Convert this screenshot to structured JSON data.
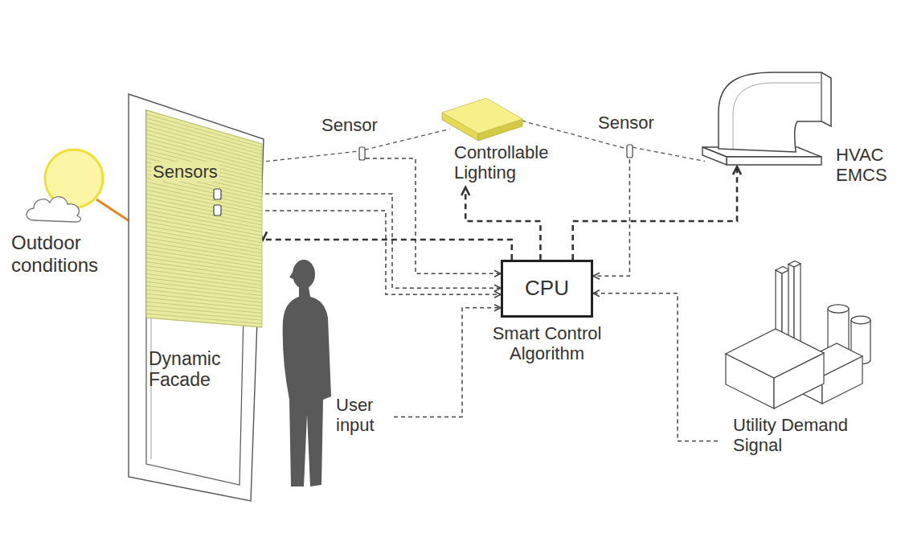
{
  "diagram": {
    "nodes": [
      {
        "text": [
          "Outdoor conditions"
        ]
      },
      {
        "text": [
          "Dynamic Facade"
        ]
      },
      {
        "text": [
          "Sensors"
        ],
        "in": 1
      },
      {
        "text": [
          "Sensor"
        ]
      },
      {
        "text": [
          "Controllable Lighting"
        ]
      },
      {
        "text": [
          "Sensor"
        ]
      },
      {
        "text": [
          "HVAC EMCS"
        ]
      },
      {
        "text": [
          "CPU",
          "Smart Control Algorithm"
        ]
      },
      {
        "text": [
          "User input"
        ]
      },
      {
        "text": [
          "Utility Demand Signal"
        ]
      }
    ],
    "edges": [
      {
        "from": 0,
        "to": 1,
        "arrow": "none"
      },
      {
        "from": 1,
        "to": 3,
        "arrow": "none"
      },
      {
        "from": 3,
        "to": 4,
        "arrow": "none"
      },
      {
        "from": 4,
        "to": 5,
        "arrow": "none"
      },
      {
        "from": 5,
        "to": 6,
        "arrow": "none"
      },
      {
        "from": 2,
        "to": 7,
        "arrow": "to"
      },
      {
        "from": 2,
        "to": 7,
        "arrow": "to"
      },
      {
        "from": 3,
        "to": 7,
        "arrow": "to"
      },
      {
        "from": 5,
        "to": 7,
        "arrow": "to"
      },
      {
        "from": 8,
        "to": 7,
        "arrow": "to"
      },
      {
        "from": 9,
        "to": 7,
        "arrow": "to"
      },
      {
        "from": 7,
        "to": 1,
        "arrow": "to"
      },
      {
        "from": 7,
        "to": 4,
        "arrow": "to"
      },
      {
        "from": 7,
        "to": 6,
        "arrow": "to"
      }
    ]
  }
}
